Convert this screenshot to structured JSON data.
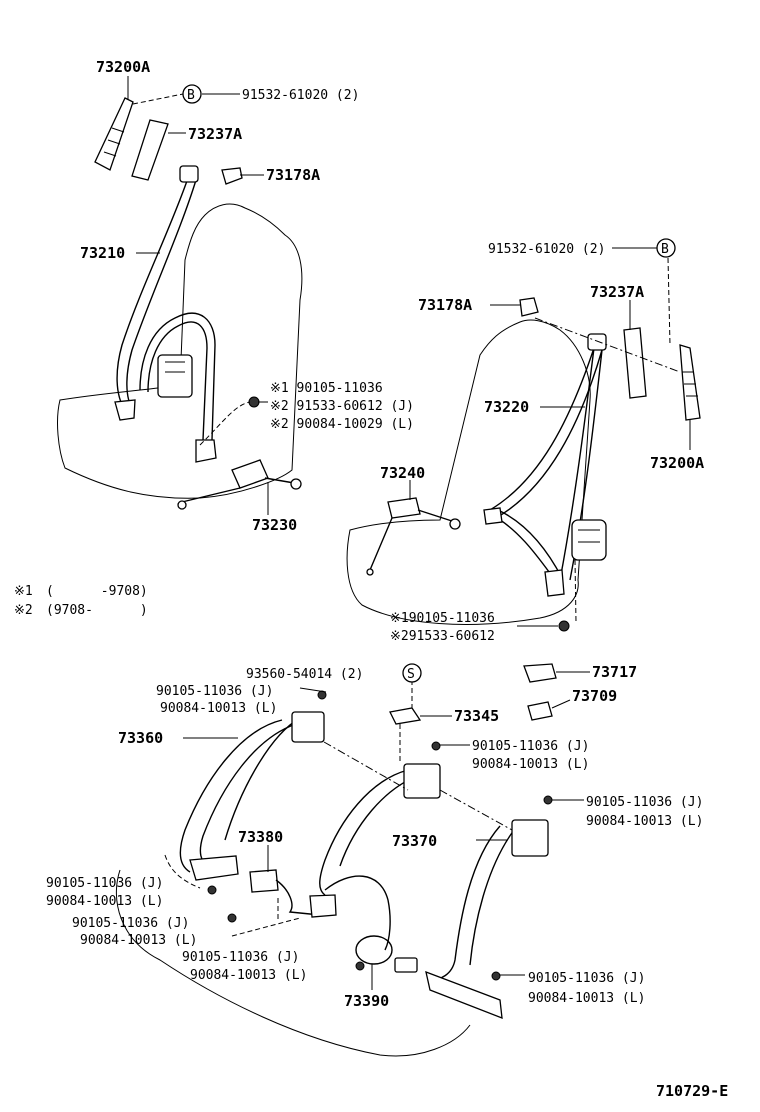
{
  "diagram_code": "710729-E",
  "footnotes": [
    {
      "mark": "※1",
      "text": "(      -9708)"
    },
    {
      "mark": "※2",
      "text": "(9708-      )"
    }
  ],
  "callouts": {
    "b_marker_left": "B",
    "b_marker_right": "B",
    "s_marker": "S"
  },
  "labels": {
    "l_73200a_left": "73200A",
    "l_91532_left": "91532-61020 (2)",
    "l_73237a_left": "73237A",
    "l_73178a_left": "73178A",
    "l_73210": "73210",
    "l_90105_left_1": "※1 90105-11036",
    "l_91533_left": "※2 91533-60612 (J)",
    "l_90084_left": "※2 90084-10029 (L)",
    "l_73230": "73230",
    "l_91532_right": "91532-61020 (2)",
    "l_73178a_right": "73178A",
    "l_73237a_right": "73237A",
    "l_73220": "73220",
    "l_73200a_right": "73200A",
    "l_73240": "73240",
    "l_90105_right": "※190105-11036",
    "l_91533_right": "※291533-60612",
    "l_93560": "93560-54014 (2)",
    "l_73717": "73717",
    "l_73709": "73709",
    "l_73345": "73345",
    "l_r_a1": "90105-11036 (J)",
    "l_r_a2": "90084-10013 (L)",
    "l_73360": "73360",
    "l_r_b1": "90105-11036 (J)",
    "l_r_b2": "90084-10013 (L)",
    "l_r_c1": "90105-11036 (J)",
    "l_r_c2": "90084-10013 (L)",
    "l_73370": "73370",
    "l_73380": "73380",
    "l_r_d1": "90105-11036 (J)",
    "l_r_d2": "90084-10013 (L)",
    "l_r_e1": "90105-11036 (J)",
    "l_r_e2": "90084-10013 (L)",
    "l_r_f1": "90105-11036 (J)",
    "l_r_f2": "90084-10013 (L)",
    "l_73390": "73390",
    "l_r_g1": "90105-11036 (J)",
    "l_r_g2": "90084-10013 (L)"
  }
}
